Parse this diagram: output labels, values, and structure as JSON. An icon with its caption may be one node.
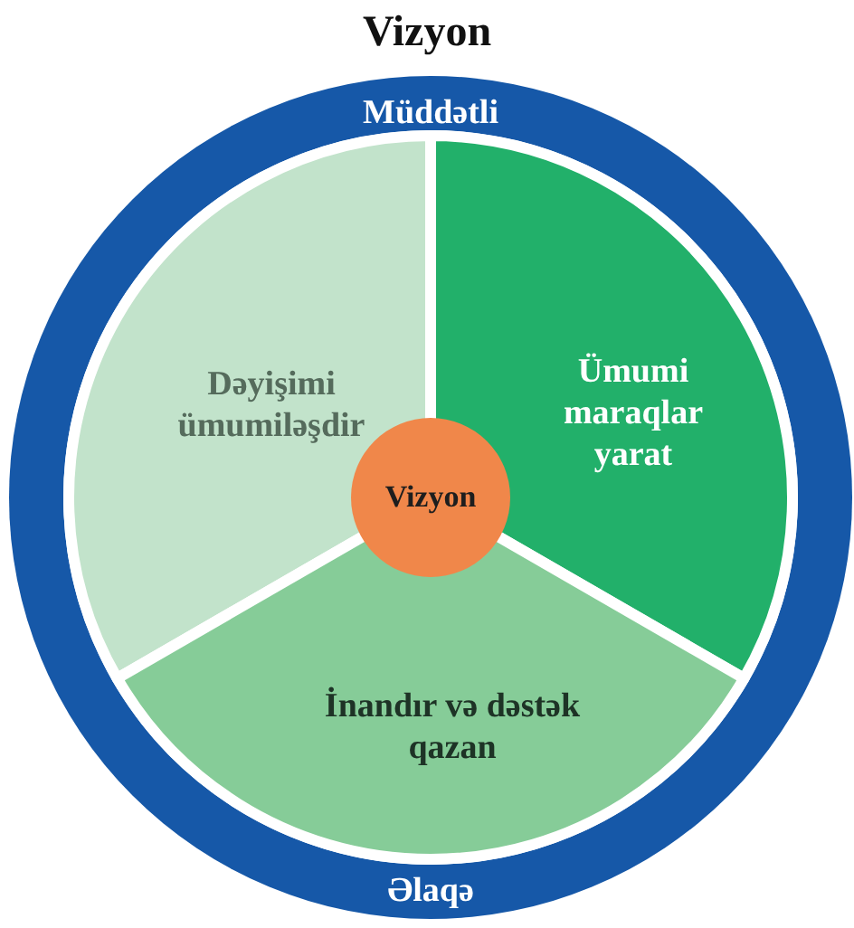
{
  "diagram": {
    "title": "Vizyon",
    "nodes": [
      {
        "text": [
          "Müddətli",
          "Əlaqə"
        ]
      },
      {
        "text": [
          "Dəyişimi ümumiləşdir"
        ],
        "in": 0
      },
      {
        "text": [
          "Ümumi maraqlar yarat"
        ],
        "in": 0
      },
      {
        "text": [
          "İnandır və dəstək qazan"
        ],
        "in": 0
      },
      {
        "text": [
          "Vizyon"
        ],
        "in": 0
      }
    ]
  }
}
